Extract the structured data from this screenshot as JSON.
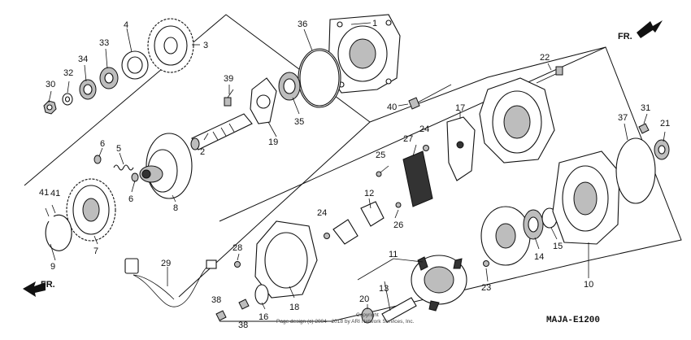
{
  "diagram_code": "MAJA-E1200",
  "direction_label_top": "FR.",
  "direction_label_bottom": "FR.",
  "copyright_line1": "Copyright",
  "copyright_line2": "Page design (c) 2004 - 2018 by ARI Network Services, Inc.",
  "labels": {
    "l1": "1",
    "l2": "2",
    "l3": "3",
    "l4": "4",
    "l5": "5",
    "l6a": "6",
    "l6b": "6",
    "l7": "7",
    "l8": "8",
    "l9": "9",
    "l10": "10",
    "l11": "11",
    "l12": "12",
    "l13": "13",
    "l14": "14",
    "l15": "15",
    "l16": "16",
    "l17": "17",
    "l18": "18",
    "l19": "19",
    "l20": "20",
    "l21": "21",
    "l22": "22",
    "l23": "23",
    "l24a": "24",
    "l24b": "24",
    "l25": "25",
    "l26": "26",
    "l27": "27",
    "l28": "28",
    "l29": "29",
    "l30": "30",
    "l31": "31",
    "l32": "32",
    "l33": "33",
    "l34": "34",
    "l35": "35",
    "l36": "36",
    "l37": "37",
    "l38a": "38",
    "l38b": "38",
    "l39": "39",
    "l40": "40",
    "l41a": "41",
    "l41b": "41"
  }
}
